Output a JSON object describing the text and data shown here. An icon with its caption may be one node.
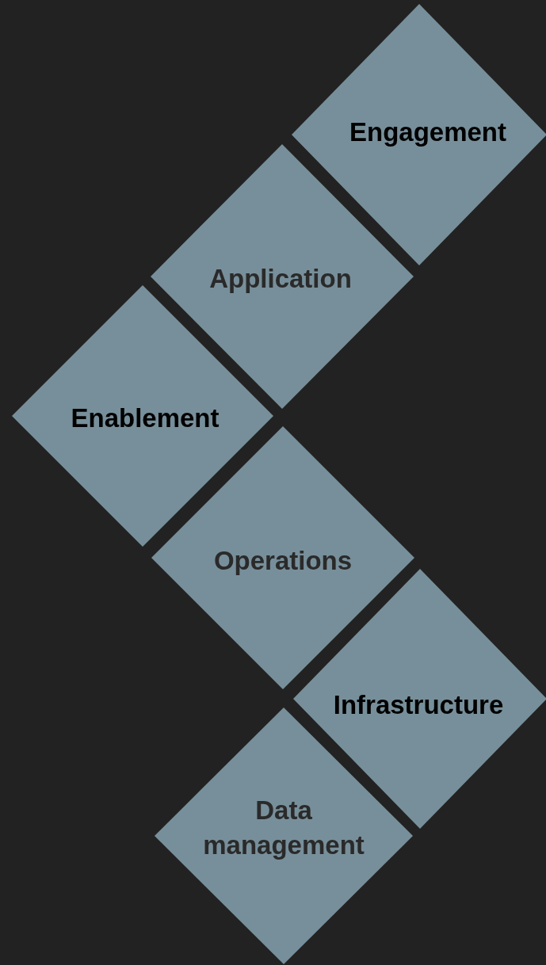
{
  "diagram": {
    "nodes": [
      {
        "text": [
          "Engagement"
        ]
      },
      {
        "text": [
          "Application"
        ]
      },
      {
        "text": [
          "Enablement"
        ]
      },
      {
        "text": [
          "Operations"
        ]
      },
      {
        "text": [
          "Infrastructure"
        ]
      },
      {
        "text": [
          "Data management"
        ]
      }
    ]
  }
}
